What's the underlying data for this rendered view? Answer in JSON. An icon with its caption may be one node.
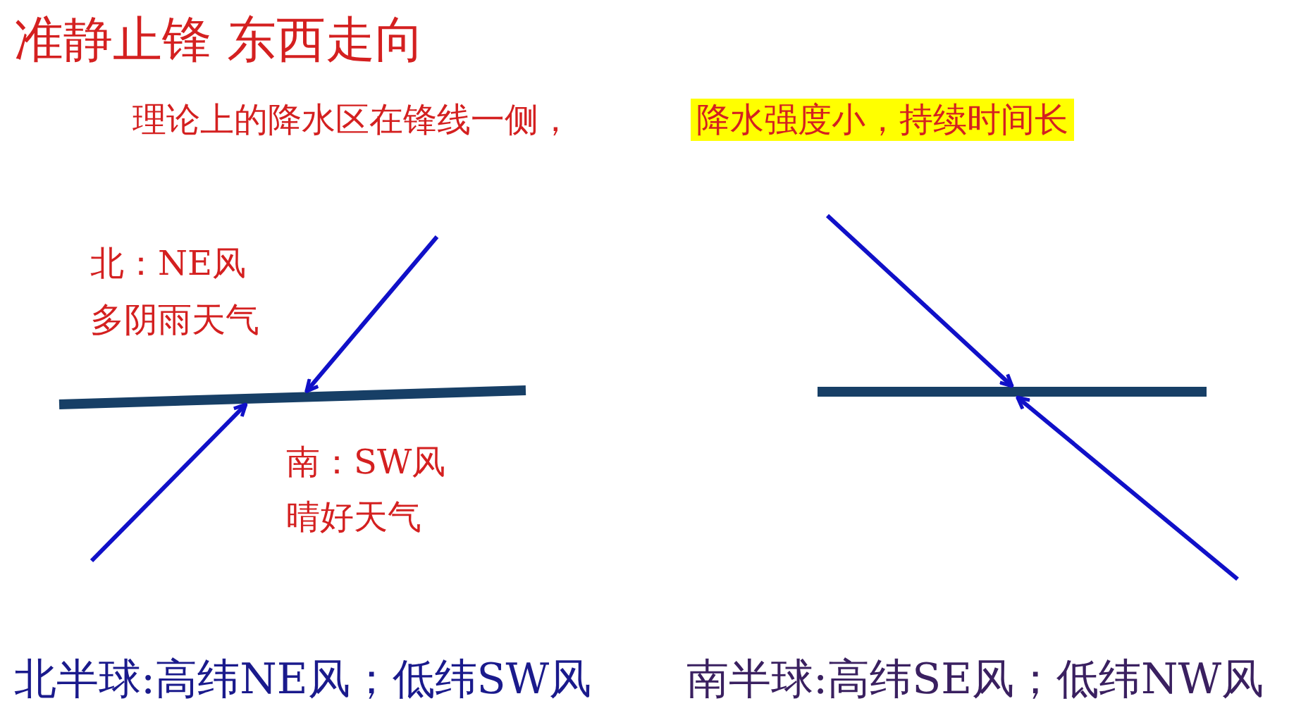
{
  "diagram": {
    "title": "准静止锋 东西走向",
    "nodes": [
      {
        "text": [],
        "shape": "bar"
      },
      {
        "text": [],
        "shape": "bar"
      }
    ],
    "edges": [
      {
        "from": null,
        "to": 0,
        "arrow": "to"
      },
      {
        "from": null,
        "to": 0,
        "arrow": "to"
      },
      {
        "from": null,
        "to": 1,
        "arrow": "to"
      },
      {
        "from": null,
        "to": 1,
        "arrow": "to"
      }
    ],
    "labels": [
      "理论上的降水区在锋线一侧，",
      "降水强度小，持续时间长",
      "北：NE风",
      "多阴雨天气",
      "南：SW风",
      "晴好天气",
      "北半球:高纬NE风；低纬SW风",
      "南半球:高纬SE风；低纬NW风"
    ]
  }
}
